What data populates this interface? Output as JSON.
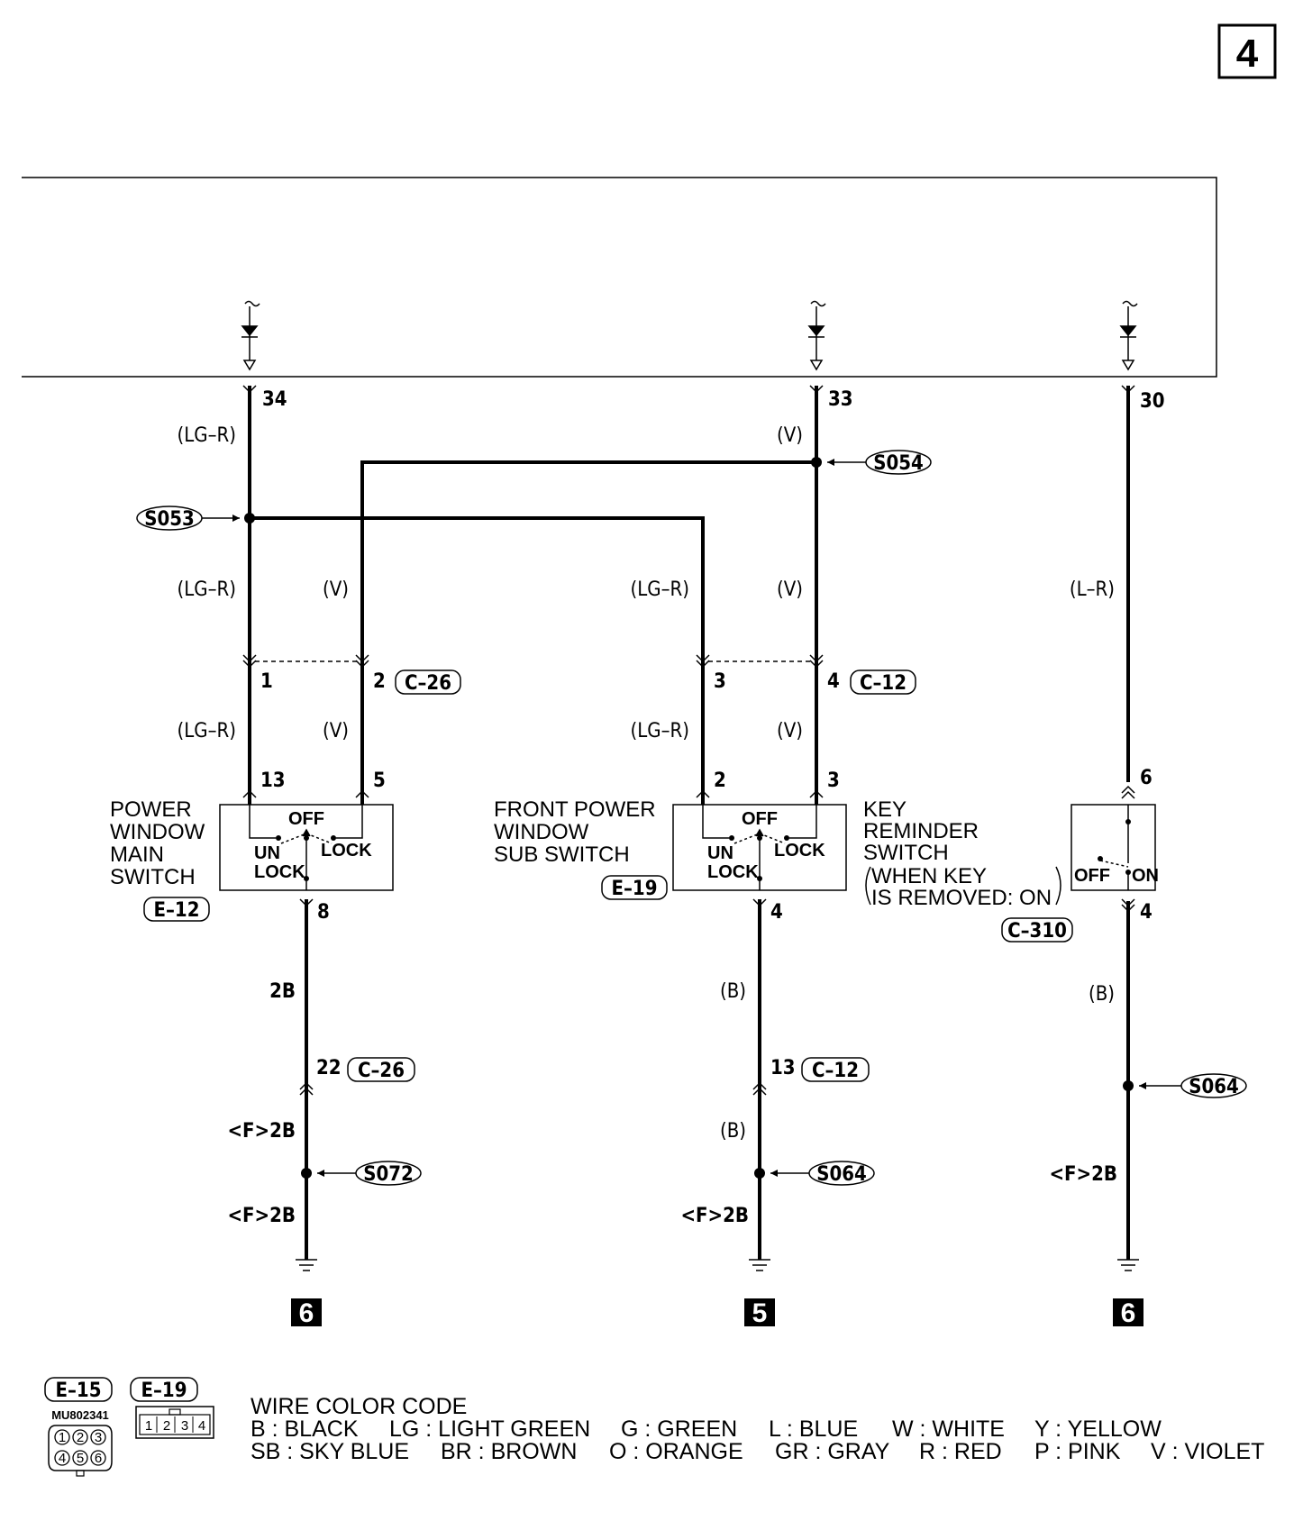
{
  "page_number": "4",
  "colors": {
    "ink": "#000000",
    "background": "#ffffff"
  },
  "wire_labels": {
    "w34_top": "(LG–R)",
    "w33_top": "(V)",
    "w1_mid": "(LG–R)",
    "w2_mid": "(V)",
    "w3_mid": "(LG–R)",
    "w4_mid": "(V)",
    "w30": "(L–R)",
    "w1_low": "(LG–R)",
    "w2_low": "(V)",
    "w3_low": "(LG–R)",
    "w4_low": "(V)",
    "main_ground_1": "2B",
    "main_ground_2": "<F>2B",
    "main_ground_3": "<F>2B",
    "sub_ground_1": "(B)",
    "sub_ground_2": "(B)",
    "sub_ground_3": "<F>2B",
    "key_ground_1": "(B)",
    "key_ground_2": "<F>2B"
  },
  "pins": {
    "p34": "34",
    "p33": "33",
    "p30": "30",
    "c26_1": "1",
    "c26_2": "2",
    "c12_3": "3",
    "c12_4": "4",
    "main_13": "13",
    "main_5": "5",
    "main_8": "8",
    "sub_2": "2",
    "sub_3": "3",
    "sub_4": "4",
    "key_6": "6",
    "key_4": "4",
    "c26_22": "22",
    "c12_13": "13"
  },
  "connectors": {
    "c26_top": "C–26",
    "c12_top": "C–12",
    "e12": "E–12",
    "e19": "E–19",
    "c310": "C–310",
    "c26_bottom": "C–26",
    "c12_bottom": "C–12"
  },
  "splices": {
    "s053": "S053",
    "s054": "S054",
    "s072": "S072",
    "s064_sub": "S064",
    "s064_key": "S064"
  },
  "components": {
    "main_switch": {
      "lines": [
        "POWER",
        "WINDOW",
        "MAIN",
        "SWITCH"
      ],
      "off": "OFF",
      "unlock_1": "UN",
      "unlock_2": "LOCK",
      "lock": "LOCK"
    },
    "sub_switch": {
      "lines": [
        "FRONT POWER",
        "WINDOW",
        "SUB SWITCH"
      ],
      "off": "OFF",
      "unlock_1": "UN",
      "unlock_2": "LOCK",
      "lock": "LOCK"
    },
    "key_switch": {
      "lines": [
        "KEY",
        "REMINDER",
        "SWITCH"
      ],
      "note_1": "WHEN KEY",
      "note_2": "IS REMOVED: ON",
      "off": "OFF",
      "on": "ON"
    }
  },
  "ground_refs": {
    "g1": "6",
    "g2": "5",
    "g3": "6"
  },
  "legend": {
    "conn_e15": "E–15",
    "conn_e19": "E–19",
    "part_number": "MU802341",
    "e15_pins": [
      "1",
      "2",
      "3",
      "4",
      "5",
      "6"
    ],
    "e19_pins": [
      "1",
      "2",
      "3",
      "4"
    ],
    "title": "WIRE COLOR CODE",
    "row1": [
      "B : BLACK",
      "LG : LIGHT GREEN",
      "G : GREEN",
      "L : BLUE",
      "W : WHITE",
      "Y : YELLOW"
    ],
    "row2": [
      "SB : SKY BLUE",
      "BR : BROWN",
      "O : ORANGE",
      "GR : GRAY",
      "R : RED",
      "P : PINK",
      "V : VIOLET"
    ]
  }
}
